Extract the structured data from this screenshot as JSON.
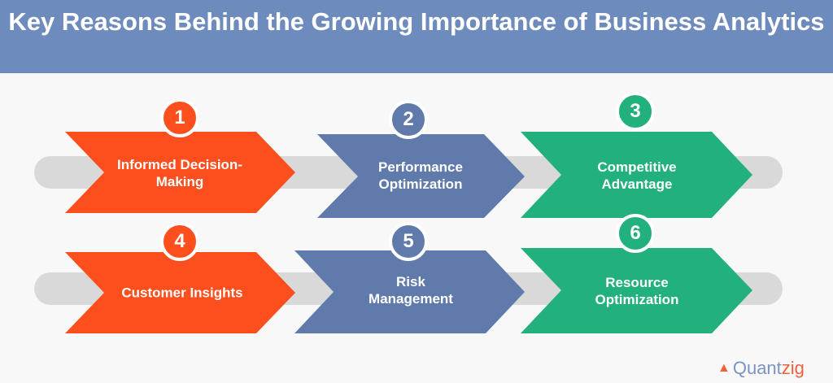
{
  "title": "Key Reasons Behind the Growing Importance of Business Analytics",
  "colors": {
    "orange": "#fc4f1d",
    "blue": "#5f7aab",
    "green": "#22b07d",
    "header": "#6d8bbd"
  },
  "items": [
    {
      "number": "1",
      "label": "Informed Decision-Making"
    },
    {
      "number": "2",
      "label": "Performance Optimization"
    },
    {
      "number": "3",
      "label": "Competitive Advantage"
    },
    {
      "number": "4",
      "label": "Customer Insights"
    },
    {
      "number": "5",
      "label": "Risk Management"
    },
    {
      "number": "6",
      "label": "Resource Optimization"
    }
  ],
  "logo": {
    "part1": "Quant",
    "part2": "zig",
    "icon": "book-icon"
  }
}
